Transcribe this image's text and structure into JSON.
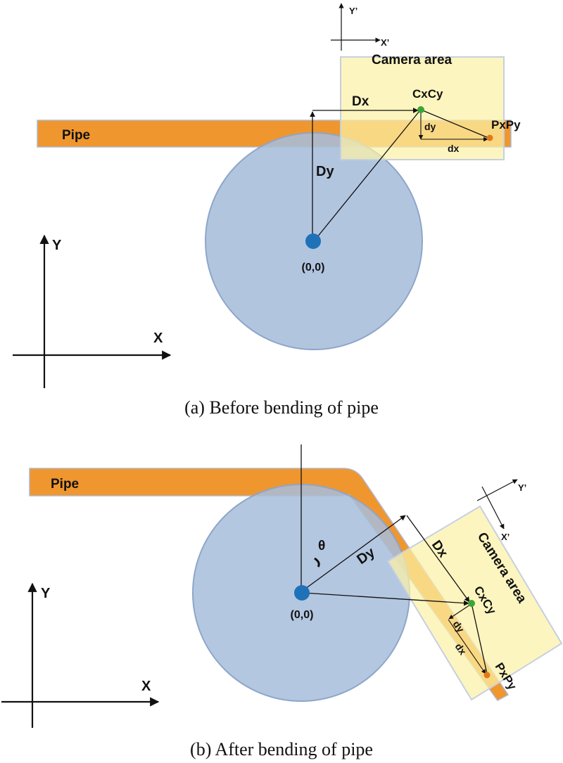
{
  "panel_a": {
    "caption": "(a) Before bending of pipe",
    "pipe_label": "Pipe",
    "camera_label": "Camera area",
    "origin_label": "(0,0)",
    "axis_x_label": "X",
    "axis_y_label": "Y",
    "cam_axis_x_label": "X’",
    "cam_axis_y_label": "Y’",
    "dx_big_label": "Dx",
    "dy_big_label": "Dy",
    "dx_small_label": "dx",
    "dy_small_label": "dy",
    "center_label": "CxCy",
    "point_label": "PxPy"
  },
  "panel_b": {
    "caption": "(b) After bending of pipe",
    "pipe_label": "Pipe",
    "camera_label": "Camera area",
    "origin_label": "(0,0)",
    "axis_x_label": "X",
    "axis_y_label": "Y",
    "cam_axis_x_label": "X’",
    "cam_axis_y_label": "Y’",
    "theta_label": "θ",
    "dx_big_label": "Dx",
    "dy_big_label": "Dy",
    "dx_small_label": "dx",
    "dy_small_label": "dy",
    "center_label": "CxCy",
    "point_label": "PxPy"
  },
  "colors": {
    "pipe": "#f0962e",
    "pipe_edge": "#aeb8cf",
    "disk": "#a7bddb",
    "disk_edge": "#8da6c9",
    "camera": "#fcf1a6",
    "camera_edge": "#c5d0df",
    "origin_point": "#1f72b8",
    "center_point": "#3aa635",
    "target_point": "#e07a18",
    "line": "#111111"
  }
}
